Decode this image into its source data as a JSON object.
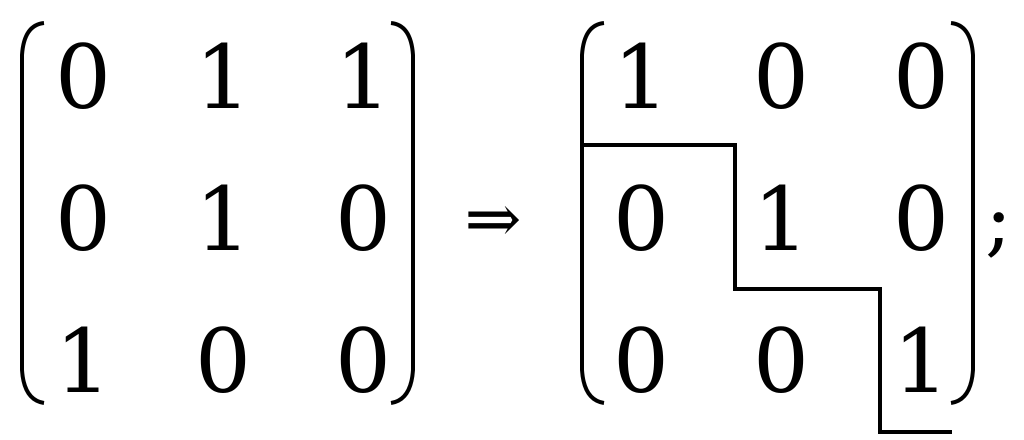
{
  "left_matrix": {
    "rows": [
      [
        "0",
        "1",
        "1"
      ],
      [
        "0",
        "1",
        "0"
      ],
      [
        "1",
        "0",
        "0"
      ]
    ]
  },
  "implies": "⇒",
  "right_matrix": {
    "rows": [
      [
        "1",
        "0",
        "0"
      ],
      [
        "0",
        "1",
        "0"
      ],
      [
        "0",
        "0",
        "1"
      ]
    ]
  },
  "separator": ";",
  "colors": {
    "ink": "#000000",
    "background": "#ffffff"
  }
}
